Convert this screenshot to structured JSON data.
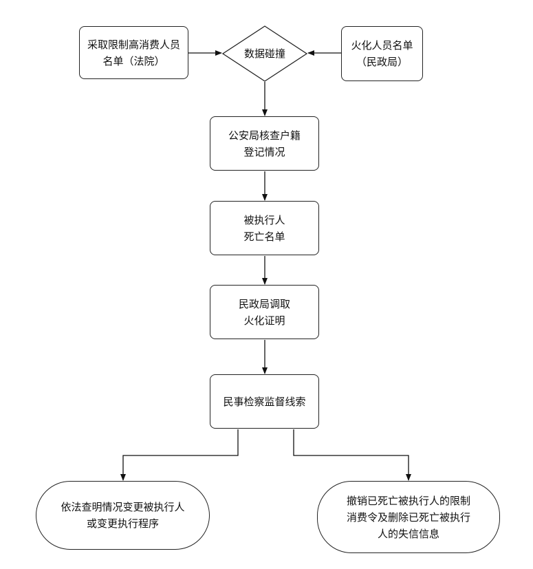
{
  "nodes": {
    "court_list": {
      "line1": "采取限制高消费人员",
      "line2": "名单（法院）"
    },
    "data_collision": {
      "text": "数据碰撞"
    },
    "cremation_list": {
      "line1": "火化人员名单",
      "line2": "（民政局）"
    },
    "police_check": {
      "line1": "公安局核查户籍",
      "line2": "登记情况"
    },
    "deceased_list": {
      "line1": "被执行人",
      "line2": "死亡名单"
    },
    "cremation_proof": {
      "line1": "民政局调取",
      "line2": "火化证明"
    },
    "supervision_clue": {
      "text": "民事检察监督线索"
    },
    "change_party": {
      "line1": "依法查明情况变更被执行人",
      "line2": "或变更执行程序"
    },
    "revoke_order": {
      "line1": "撤销已死亡被执行人的限制",
      "line2": "消费令及删除已死亡被执行",
      "line3": "人的失信信息"
    }
  }
}
